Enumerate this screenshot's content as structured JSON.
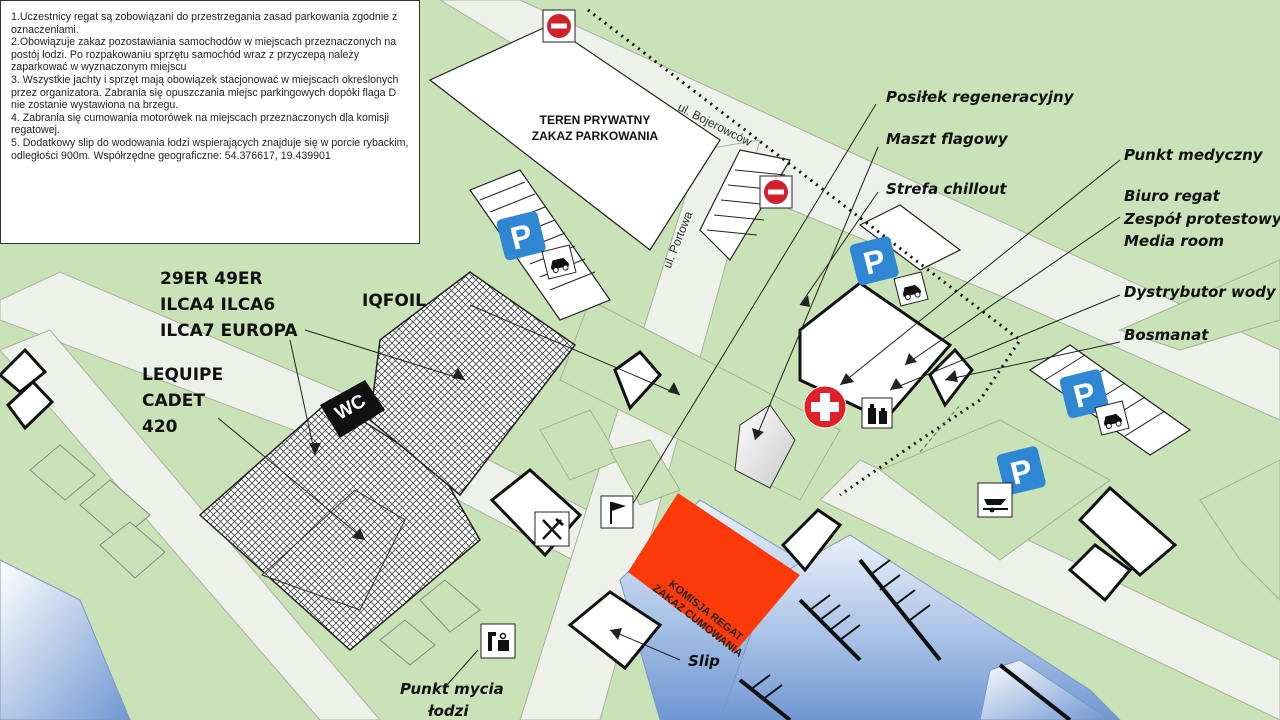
{
  "rules": [
    "1.Uczestnicy regat są zobowiązani do przestrzegania zasad parkowania zgodnie z oznaczeniami.",
    "2.Obowiązuje zakaz pozostawiania samochodów w miejscach przeznaczonych  na postój łodzi. Po rozpakowaniu sprzętu samochód wraz z przyczepą należy zaparkować w wyznaczonym miejscu",
    "3. Wszystkie jachty i sprzęt mają obowiązek stacjonować w miejscach określonych przez organizatora. Zabrania się opuszczania miejsc parkingowych dopóki flaga D nie zostanie wystawiona na brzegu.",
    "4. Zabrania się cumowania motorówek na miejscach przeznaczonych  dla komisji regatowej.",
    "5. Dodatkowy slip do wodowania łodzi wspierających znajduje się w porcie rybackim, odległości 900m. Współrzędne geograficzne: 54.376617, 19.439901"
  ],
  "streets": {
    "bojerowcow": "ul. Bojerowców",
    "portowa": "ul. Portowa"
  },
  "private_area": {
    "line1": "TEREN PRYWATNY",
    "line2": "ZAKAZ PARKOWANIA"
  },
  "committee": {
    "line1": "KOMISJA REGAT",
    "line2": "ZAKAZ CUMOWANIA"
  },
  "wc": "WC",
  "parking_letter": "P",
  "classes": {
    "group1": [
      "29ER 49ER",
      "ILCA4 ILCA6",
      "ILCA7  EUROPA"
    ],
    "group2": [
      "LEQUIPE",
      "CADET",
      "420"
    ],
    "iqfoil": "IQFOIL"
  },
  "labels": {
    "posilek": "Posiłek regeneracyjny",
    "maszt": "Maszt flagowy",
    "chillout": "Strefa chillout",
    "medyczny": "Punkt medyczny",
    "biuro": "Biuro regat",
    "protestowy": "Zespół protestowy",
    "media": "Media room",
    "dystrybutor": "Dystrybutor wody",
    "bosmanat": "Bosmanat",
    "slip": "Slip",
    "mycie1": "Punkt mycia",
    "mycie2": "łodzi"
  },
  "icons": [
    "no-entry-icon",
    "parking-icon",
    "car-icon",
    "first-aid-icon",
    "water-bottle-icon",
    "cutlery-icon",
    "flag-icon",
    "wash-icon",
    "boat-trailer-icon"
  ],
  "colors": {
    "land": "#c9e2b8",
    "road": "#eef1ea",
    "parking_sign": "#2f86d3",
    "no_entry": "#d0202a",
    "committee": "#ff3a0a",
    "water": "#7fa6d8"
  }
}
